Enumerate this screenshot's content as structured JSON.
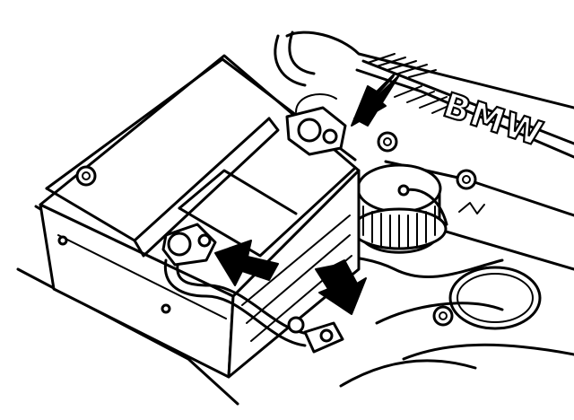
{
  "diagram": {
    "logo_text": "BMW",
    "line_color": "#000000",
    "background_color": "#ffffff",
    "arrows": [
      {
        "name": "arrow-positive-terminal"
      },
      {
        "name": "arrow-negative-terminal"
      },
      {
        "name": "arrow-ground-connection"
      }
    ]
  }
}
